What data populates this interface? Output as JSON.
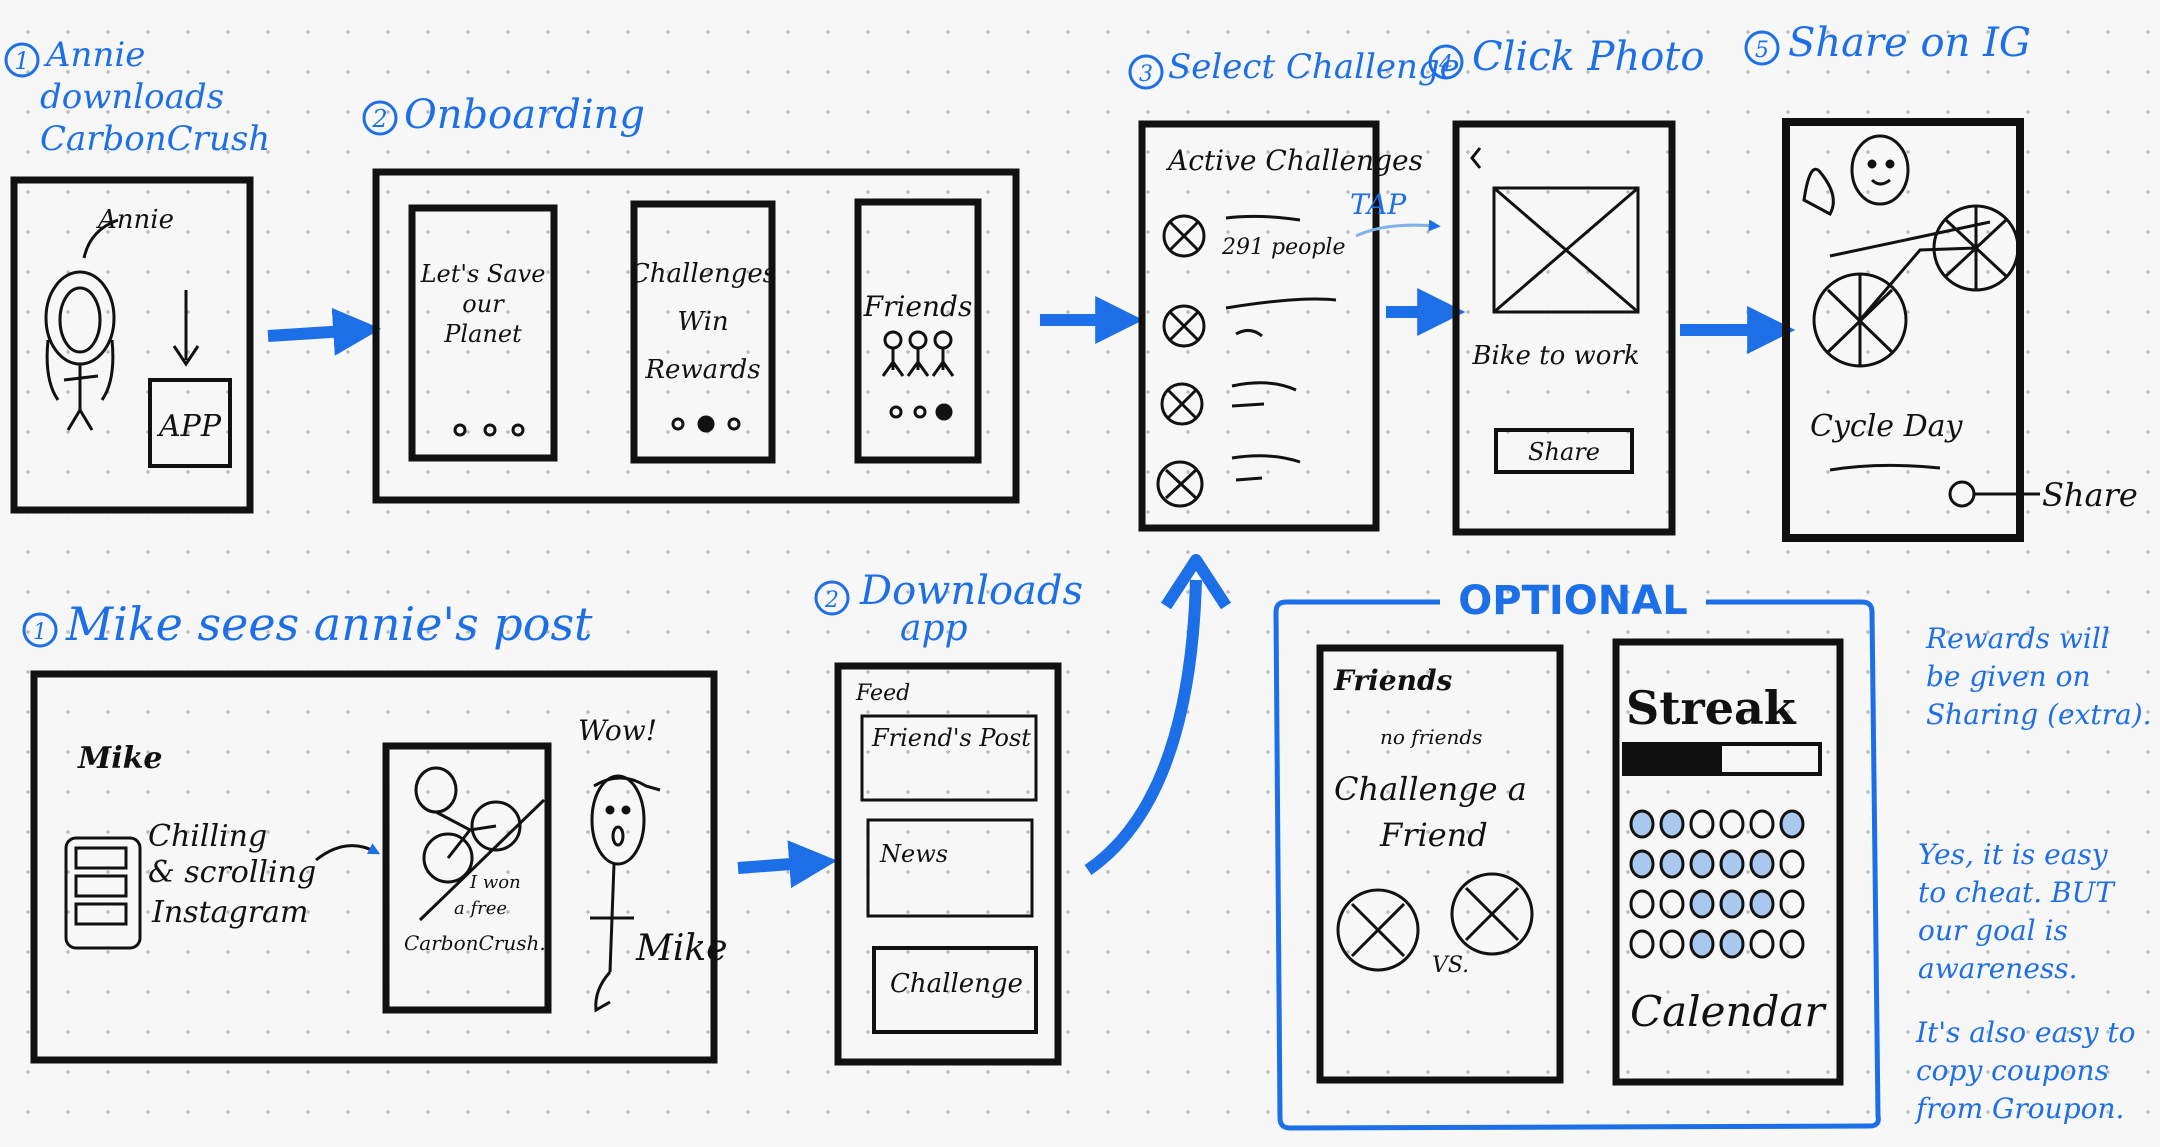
{
  "flow_a": {
    "steps": [
      {
        "num": "1",
        "lines": [
          "Annie",
          "downloads",
          "CarbonCrush"
        ]
      },
      {
        "num": "2",
        "lines": [
          "Onboarding"
        ]
      },
      {
        "num": "3",
        "lines": [
          "Select Challenge"
        ]
      },
      {
        "num": "4",
        "lines": [
          "Click Photo"
        ]
      },
      {
        "num": "5",
        "lines": [
          "Share on IG"
        ]
      }
    ],
    "annie_label": "Annie",
    "app_label": "APP",
    "onboarding_screens": [
      {
        "lines": [
          "Let's Save",
          "our",
          "Planet"
        ]
      },
      {
        "lines": [
          "Challenges",
          "Win",
          "Rewards"
        ]
      },
      {
        "lines": [
          "Friends"
        ]
      }
    ],
    "challenges_title": "Active Challenges",
    "challenge_people": "291 people",
    "tap_label": "TAP",
    "photo_caption": "Bike to work",
    "share_button": "Share",
    "post_caption": "Cycle Day",
    "share_label": "Share"
  },
  "flow_b": {
    "step1": {
      "num": "1",
      "text": "Mike sees annie's post"
    },
    "mike_label": "Mike",
    "activity_lines": [
      "Chilling",
      "& scrolling",
      "Instagram"
    ],
    "post_lines": [
      "I won",
      "a free",
      "CarbonCrush."
    ],
    "wow_label": "Wow!",
    "mike_signature": "Mike",
    "step2": {
      "num": "2",
      "lines": [
        "Downloads",
        "app"
      ]
    },
    "feed_title": "Feed",
    "feed_items": [
      "Friend's Post",
      "News",
      "Challenge"
    ]
  },
  "optional": {
    "label": "OPTIONAL",
    "friends_title": "Friends",
    "no_friends": "no friends",
    "challenge_lines": [
      "Challenge a",
      "Friend"
    ],
    "vs_label": "VS.",
    "streak_title": "Streak",
    "calendar_label": "Calendar"
  },
  "notes": [
    [
      "Rewards will",
      "be given on",
      "Sharing (extra)."
    ],
    [
      "Yes, it is easy",
      "to cheat. BUT",
      "our goal is",
      "awareness."
    ],
    [
      "It's also easy to",
      "copy coupons",
      "from Groupon."
    ]
  ],
  "colors": {
    "accent": "#1d6fe8",
    "ink": "#111111"
  }
}
